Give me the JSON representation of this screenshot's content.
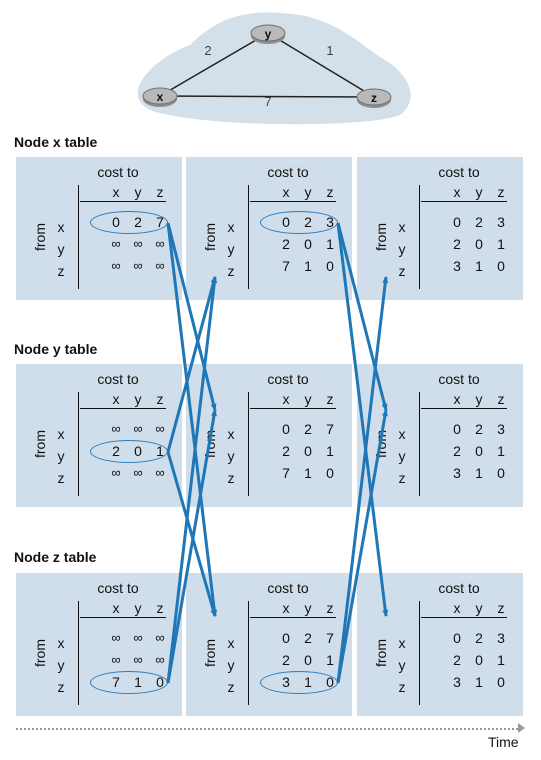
{
  "network": {
    "nodes": [
      {
        "id": "x",
        "label": "x"
      },
      {
        "id": "y",
        "label": "y"
      },
      {
        "id": "z",
        "label": "z"
      }
    ],
    "links": [
      {
        "a": "x",
        "b": "y",
        "cost": "2"
      },
      {
        "a": "y",
        "b": "z",
        "cost": "1"
      },
      {
        "a": "x",
        "b": "z",
        "cost": "7"
      }
    ]
  },
  "labels": {
    "cost_to": "cost to",
    "from": "from",
    "columns": [
      "x",
      "y",
      "z"
    ],
    "rows": [
      "x",
      "y",
      "z"
    ],
    "time": "Time"
  },
  "sections": [
    {
      "title": "Node x table",
      "tables": [
        {
          "rows": [
            [
              "0",
              "2",
              "7"
            ],
            [
              "∞",
              "∞",
              "∞"
            ],
            [
              "∞",
              "∞",
              "∞"
            ]
          ],
          "highlight_row": 0
        },
        {
          "rows": [
            [
              "0",
              "2",
              "3"
            ],
            [
              "2",
              "0",
              "1"
            ],
            [
              "7",
              "1",
              "0"
            ]
          ],
          "highlight_row": 0
        },
        {
          "rows": [
            [
              "0",
              "2",
              "3"
            ],
            [
              "2",
              "0",
              "1"
            ],
            [
              "3",
              "1",
              "0"
            ]
          ],
          "highlight_row": null
        }
      ]
    },
    {
      "title": "Node y table",
      "tables": [
        {
          "rows": [
            [
              "∞",
              "∞",
              "∞"
            ],
            [
              "2",
              "0",
              "1"
            ],
            [
              "∞",
              "∞",
              "∞"
            ]
          ],
          "highlight_row": 1
        },
        {
          "rows": [
            [
              "0",
              "2",
              "7"
            ],
            [
              "2",
              "0",
              "1"
            ],
            [
              "7",
              "1",
              "0"
            ]
          ],
          "highlight_row": null
        },
        {
          "rows": [
            [
              "0",
              "2",
              "3"
            ],
            [
              "2",
              "0",
              "1"
            ],
            [
              "3",
              "1",
              "0"
            ]
          ],
          "highlight_row": null
        }
      ]
    },
    {
      "title": "Node z table",
      "tables": [
        {
          "rows": [
            [
              "∞",
              "∞",
              "∞"
            ],
            [
              "∞",
              "∞",
              "∞"
            ],
            [
              "7",
              "1",
              "0"
            ]
          ],
          "highlight_row": 2
        },
        {
          "rows": [
            [
              "0",
              "2",
              "7"
            ],
            [
              "2",
              "0",
              "1"
            ],
            [
              "3",
              "1",
              "0"
            ]
          ],
          "highlight_row": 2
        },
        {
          "rows": [
            [
              "0",
              "2",
              "3"
            ],
            [
              "2",
              "0",
              "1"
            ],
            [
              "3",
              "1",
              "0"
            ]
          ],
          "highlight_row": null
        }
      ]
    }
  ],
  "messages": [
    {
      "from_section": 0,
      "from_col": 0,
      "to_section": 1,
      "to_col": 1
    },
    {
      "from_section": 0,
      "from_col": 0,
      "to_section": 2,
      "to_col": 1
    },
    {
      "from_section": 1,
      "from_col": 0,
      "to_section": 0,
      "to_col": 1
    },
    {
      "from_section": 1,
      "from_col": 0,
      "to_section": 2,
      "to_col": 1
    },
    {
      "from_section": 2,
      "from_col": 0,
      "to_section": 0,
      "to_col": 1
    },
    {
      "from_section": 2,
      "from_col": 0,
      "to_section": 1,
      "to_col": 1
    },
    {
      "from_section": 0,
      "from_col": 1,
      "to_section": 1,
      "to_col": 2
    },
    {
      "from_section": 0,
      "from_col": 1,
      "to_section": 2,
      "to_col": 2
    },
    {
      "from_section": 2,
      "from_col": 1,
      "to_section": 0,
      "to_col": 2
    },
    {
      "from_section": 2,
      "from_col": 1,
      "to_section": 1,
      "to_col": 2
    }
  ],
  "colors": {
    "table_bg": "#cfdeea",
    "arrow": "#1f77b8",
    "cloud": "#d3e0ea",
    "router": "#b9b9b9"
  }
}
